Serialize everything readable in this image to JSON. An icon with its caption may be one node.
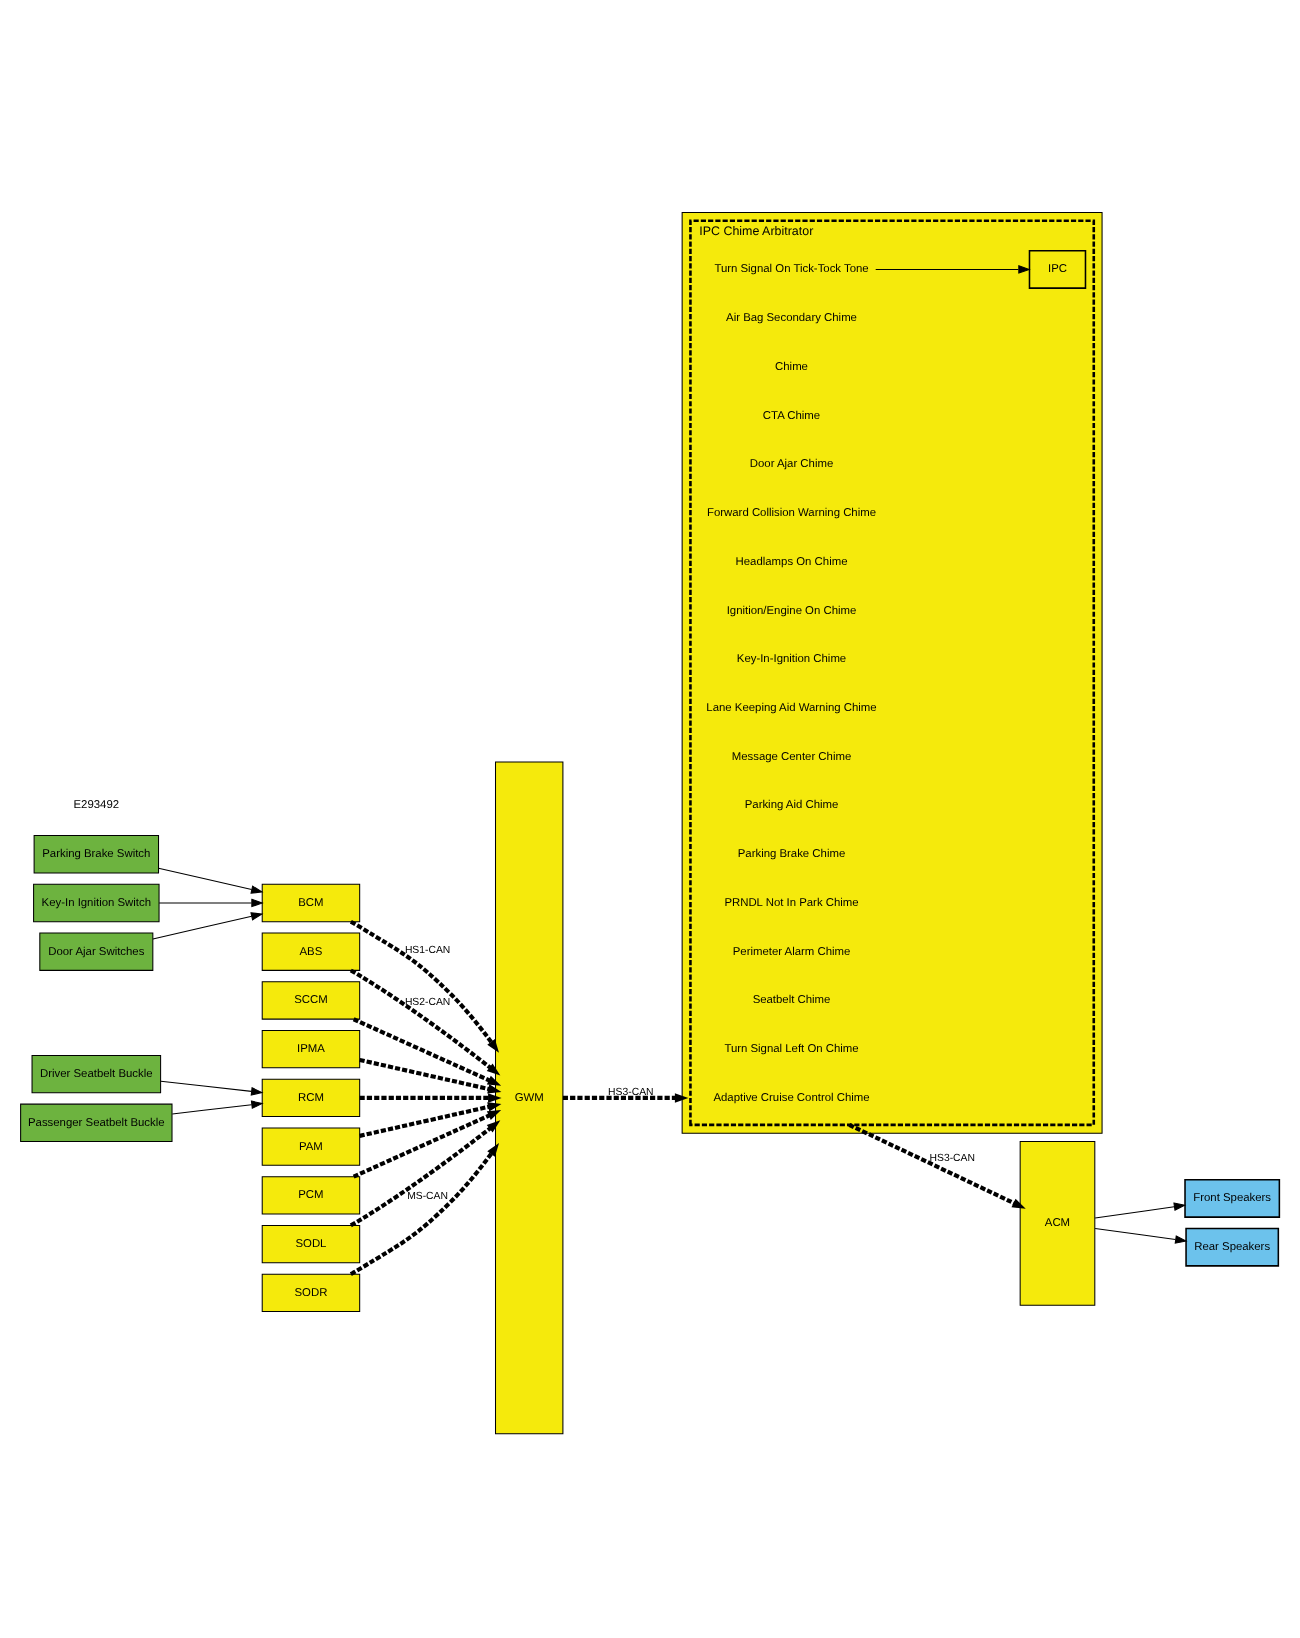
{
  "diagram": {
    "nodes": [
      {
        "text": [
          "Driver Seatbelt Buckle"
        ]
      },
      {
        "text": [
          "Passenger Seatbelt Buckle"
        ]
      },
      {
        "text": [
          "RCM"
        ]
      },
      {
        "text": [
          "ABS"
        ]
      },
      {
        "text": [
          "SCCM"
        ]
      },
      {
        "text": [
          "IPMA"
        ]
      },
      {
        "text": [
          "Door Ajar Switches"
        ]
      },
      {
        "text": [
          "Parking Brake Switch"
        ]
      },
      {
        "text": [
          "Key-In Ignition Switch"
        ]
      },
      {
        "text": [
          "BCM"
        ]
      },
      {
        "text": [
          "PAM"
        ]
      },
      {
        "text": [
          "PCM"
        ]
      },
      {
        "text": [
          "SODL"
        ]
      },
      {
        "text": [
          "SODR"
        ]
      },
      {
        "text": [
          "GWM"
        ]
      },
      {
        "text": [],
        "shape": "box"
      },
      {
        "text": [
          "IPC Chime Arbitrator"
        ],
        "in": 15
      },
      {
        "text": [
          "Adaptive Cruise Control Chime"
        ],
        "in": 16
      },
      {
        "text": [
          "Air Bag Secondary Chime"
        ],
        "in": 16
      },
      {
        "text": [
          "Chime"
        ],
        "in": 16
      },
      {
        "text": [
          "CTA Chime"
        ],
        "in": 16
      },
      {
        "text": [
          "Door Ajar Chime"
        ],
        "in": 16
      },
      {
        "text": [
          "Forward Collision Warning Chime"
        ],
        "in": 16
      },
      {
        "text": [
          "Headlamps On Chime"
        ],
        "in": 16
      },
      {
        "text": [
          "Ignition/Engine On Chime"
        ],
        "in": 16
      },
      {
        "text": [
          "Key-In-Ignition Chime"
        ],
        "in": 16
      },
      {
        "text": [
          "Lane Keeping Aid Warning Chime"
        ],
        "in": 16
      },
      {
        "text": [
          "Message Center Chime"
        ],
        "in": 16
      },
      {
        "text": [
          "Parking Aid Chime"
        ],
        "in": 16
      },
      {
        "text": [
          "Parking Brake Chime"
        ],
        "in": 16
      },
      {
        "text": [
          "PRNDL Not In Park Chime"
        ],
        "in": 16
      },
      {
        "text": [
          "Perimeter Alarm Chime"
        ],
        "in": 16
      },
      {
        "text": [
          "Seatbelt Chime"
        ],
        "in": 16
      },
      {
        "text": [
          "Turn Signal Left On Chime"
        ],
        "in": 16
      },
      {
        "text": [
          "Turn Signal On Tick-Tock Tone"
        ],
        "in": 16
      },
      {
        "text": [
          "IPC"
        ],
        "in": 16
      },
      {
        "text": [
          "ACM"
        ]
      },
      {
        "text": [
          "Front Speakers"
        ]
      },
      {
        "text": [
          "Rear Speakers"
        ]
      }
    ],
    "edges": [
      {
        "from": 0,
        "to": 2,
        "arrow": "to"
      },
      {
        "from": 1,
        "to": 2,
        "arrow": "to"
      },
      {
        "from": 2,
        "to": 14,
        "arrow": "to",
        "style": "dashed"
      },
      {
        "from": 3,
        "to": 14,
        "arrow": "to",
        "style": "dashed",
        "label": "HS2-CAN"
      },
      {
        "from": 4,
        "to": 14,
        "arrow": "to",
        "style": "dashed"
      },
      {
        "from": 5,
        "to": 14,
        "arrow": "to",
        "style": "dashed"
      },
      {
        "from": 6,
        "to": 9,
        "arrow": "to"
      },
      {
        "from": 7,
        "to": 9,
        "arrow": "to"
      },
      {
        "from": 8,
        "to": 9,
        "arrow": "to"
      },
      {
        "from": 9,
        "to": 14,
        "arrow": "to",
        "style": "dashed",
        "label": "HS1-CAN"
      },
      {
        "from": 10,
        "to": 14,
        "arrow": "to",
        "style": "dashed"
      },
      {
        "from": 11,
        "to": 14,
        "arrow": "to",
        "style": "dashed"
      },
      {
        "from": 12,
        "to": 14,
        "arrow": "to",
        "style": "dashed"
      },
      {
        "from": 13,
        "to": 14,
        "arrow": "to",
        "style": "dashed",
        "label": "MS-CAN"
      },
      {
        "from": 14,
        "to": 15,
        "arrow": "to",
        "style": "dashed",
        "label": "HS3-CAN"
      },
      {
        "from": 16,
        "to": 36,
        "arrow": "to",
        "style": "dashed",
        "label": "HS3-CAN"
      },
      {
        "from": 34,
        "to": 35,
        "arrow": "to"
      },
      {
        "from": 36,
        "to": 37,
        "arrow": "to"
      },
      {
        "from": 36,
        "to": 38,
        "arrow": "to"
      }
    ],
    "labels": [
      "E293492"
    ]
  }
}
